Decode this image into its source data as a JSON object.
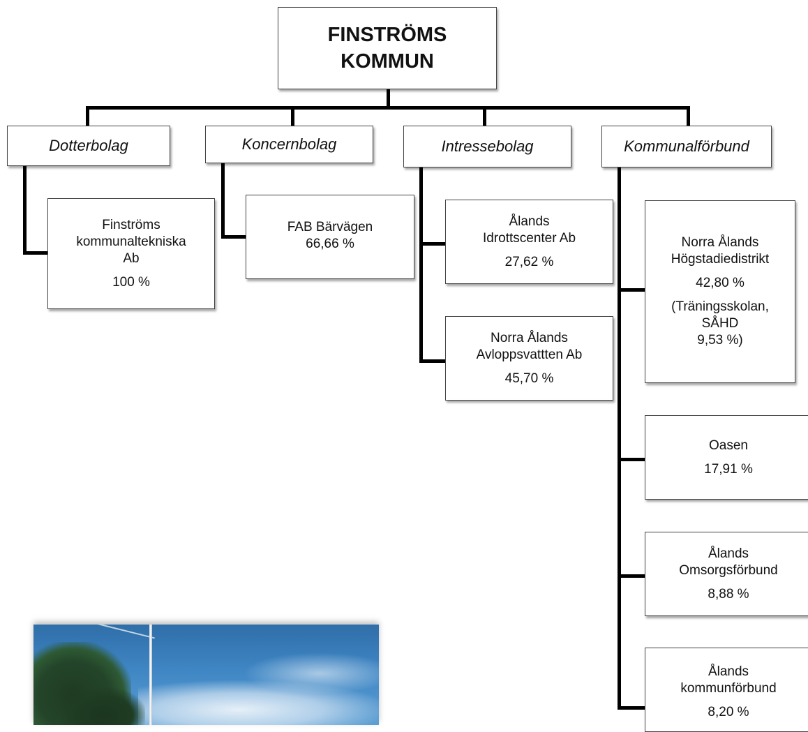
{
  "root": {
    "line1": "FINSTRÖMS",
    "line2": "KOMMUN"
  },
  "categories": {
    "dotterbolag": "Dotterbolag",
    "koncernbolag": "Koncernbolag",
    "intressebolag": "Intressebolag",
    "kommunalforbund": "Kommunalförbund"
  },
  "entities": {
    "finstroms_kommunaltekniska": {
      "line1": "Finströms",
      "line2": "kommunaltekniska",
      "line3": "Ab",
      "pct": "100 %"
    },
    "fab_barvagen": {
      "line1": "FAB Bärvägen",
      "line2": "66,66 %"
    },
    "alands_idrottscenter": {
      "line1": "Ålands",
      "line2": "Idrottscenter Ab",
      "pct": "27,62 %"
    },
    "norra_alands_avloppsvatten": {
      "line1": "Norra Ålands",
      "line2": "Avloppsvattten Ab",
      "pct": "45,70 %"
    },
    "norra_alands_hogstadiedistrikt": {
      "line1": "Norra Ålands",
      "line2": "Högstadiedistrikt",
      "pct": "42,80 %",
      "note1": "(Träningsskolan,",
      "note2": "SÅHD",
      "note3": "9,53 %)"
    },
    "oasen": {
      "line1": "Oasen",
      "pct": "17,91 %"
    },
    "alands_omsorgsforbund": {
      "line1": "Ålands",
      "line2": "Omsorgsförbund",
      "pct": "8,88 %"
    },
    "alands_kommunforbund": {
      "line1": "Ålands",
      "line2": "kommunförbund",
      "pct": "8,20 %"
    }
  }
}
